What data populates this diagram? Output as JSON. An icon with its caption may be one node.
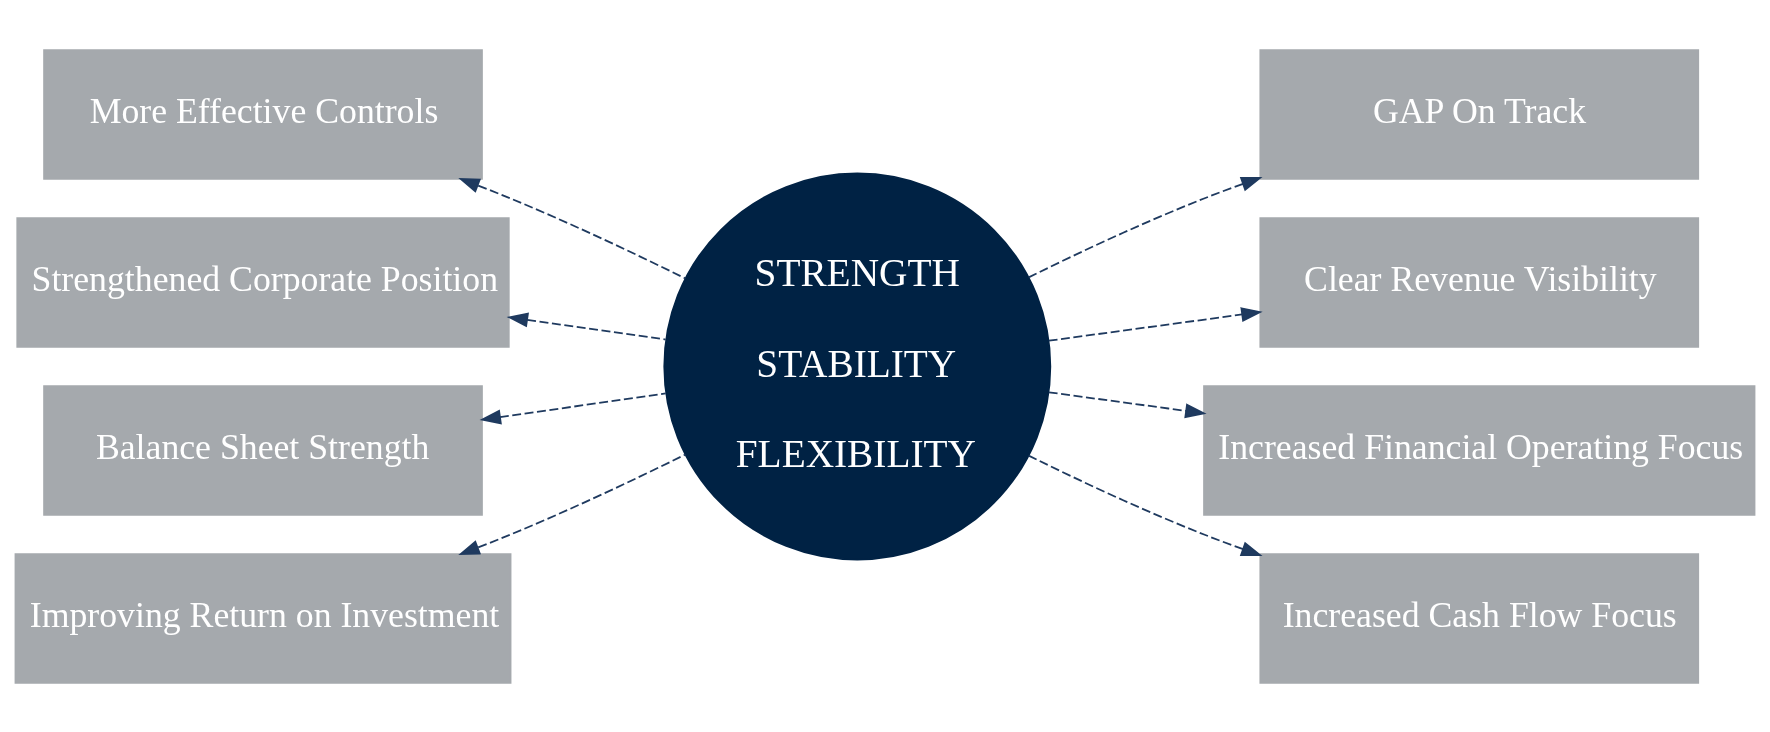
{
  "diagram": {
    "nodes": [
      {
        "text": [
          "More Effective Controls"
        ]
      },
      {
        "text": [
          "GAP On Track"
        ]
      },
      {
        "text": [
          "Strengthened Corporate Position"
        ]
      },
      {
        "text": [
          "Clear Revenue Visibility"
        ]
      },
      {
        "text": [
          "STRENGTH",
          "STABILITY",
          "FLEXIBILITY"
        ]
      },
      {
        "text": [
          "Balance Sheet Strength"
        ]
      },
      {
        "text": [
          "Increased Financial Operating Focus"
        ]
      },
      {
        "text": [
          "Improving Return on Investment"
        ]
      },
      {
        "text": [
          "Increased Cash Flow Focus"
        ]
      }
    ],
    "edges": [
      {
        "from": 4,
        "to": 0,
        "arrow": "to",
        "style": "dashed"
      },
      {
        "from": 4,
        "to": 1,
        "arrow": "to",
        "style": "dashed"
      },
      {
        "from": 4,
        "to": 2,
        "arrow": "to",
        "style": "dashed"
      },
      {
        "from": 4,
        "to": 3,
        "arrow": "to",
        "style": "dashed"
      },
      {
        "from": 4,
        "to": 5,
        "arrow": "to",
        "style": "dashed"
      },
      {
        "from": 4,
        "to": 6,
        "arrow": "to",
        "style": "dashed"
      },
      {
        "from": 4,
        "to": 7,
        "arrow": "to",
        "style": "dashed"
      },
      {
        "from": 4,
        "to": 8,
        "arrow": "to",
        "style": "dashed"
      }
    ]
  }
}
